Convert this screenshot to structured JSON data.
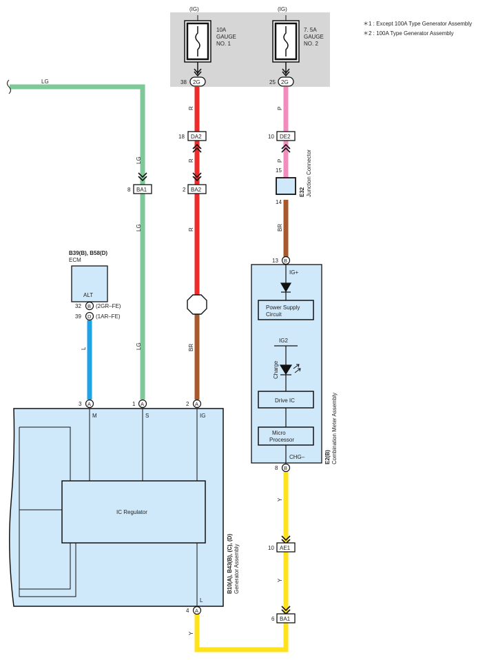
{
  "notes": {
    "note1": "＊1 : Except 100A Type Generator Assembly",
    "note2": "＊2 : 100A Type Generator Assembly"
  },
  "fuses": {
    "fuse1": {
      "ig": "(IG)",
      "line1": "10A",
      "line2": "GAUGE",
      "line3": "NO. 1",
      "pin": "38",
      "conn": "2G"
    },
    "fuse2": {
      "ig": "(IG)",
      "line1": "7. 5A",
      "line2": "GAUGE",
      "line3": "NO. 2",
      "pin": "25",
      "conn": "2G"
    }
  },
  "wires": {
    "lg": "LG",
    "r": "R",
    "br": "BR",
    "p": "P",
    "l": "L",
    "y": "Y"
  },
  "connectors": {
    "ba1_top": {
      "pin": "8",
      "name": "BA1"
    },
    "da2": {
      "pin": "18",
      "name": "DA2"
    },
    "ba2": {
      "pin": "2",
      "name": "BA2"
    },
    "de2": {
      "pin": "10",
      "name": "DE2"
    },
    "e32_in": "15",
    "e32_out": "14",
    "ae1": {
      "pin": "10",
      "name": "AE1"
    },
    "ba1_bottom": {
      "pin": "6",
      "name": "BA1"
    }
  },
  "junction": {
    "code": "E32",
    "name": "Junction Connector"
  },
  "ecm": {
    "code": "B39(B), B58(D)",
    "name": "ECM",
    "inner": "ALT",
    "pin1": {
      "num": "32",
      "conn": "B",
      "note": "(2GR–FE)"
    },
    "pin2": {
      "num": "39",
      "conn": "D",
      "note": "(1AR–FE)"
    }
  },
  "meter": {
    "code": "E2(B)",
    "name": "Combination Meter Assembly",
    "pin_in": {
      "num": "13",
      "conn": "B"
    },
    "pin_out": {
      "num": "8",
      "conn": "B"
    },
    "igplus": "IG+",
    "ps_line1": "Power Supply",
    "ps_line2": "Circuit",
    "ig2": "IG2",
    "charge": "Charge",
    "drive": "Drive IC",
    "mp_line1": "Micro",
    "mp_line2": "Processor",
    "chg": "CHG–"
  },
  "generator": {
    "code": "B10(A), B43(B), (C), (D)",
    "name": "Generator Assembly",
    "regulator": "IC Regulator",
    "pins": {
      "m": {
        "num": "3",
        "conn": "A",
        "label": "M"
      },
      "s": {
        "num": "1",
        "conn": "A",
        "label": "S"
      },
      "ig": {
        "num": "2",
        "conn": "A",
        "label": "IG"
      },
      "l": {
        "num": "4",
        "conn": "A",
        "label": "L"
      }
    }
  }
}
